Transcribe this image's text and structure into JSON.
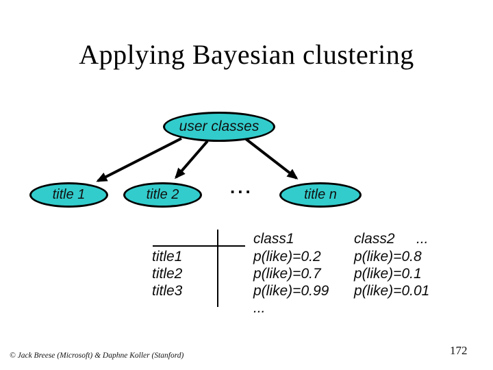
{
  "slide": {
    "title": "Applying Bayesian clustering",
    "footer": "© Jack Breese (Microsoft) & Daphne Koller (Stanford)",
    "page_number": "172"
  },
  "diagram": {
    "root_node": "user classes",
    "child_node_1": "title 1",
    "child_node_2": "title 2",
    "child_node_n": "title n",
    "nodes_ellipsis": "...",
    "node_fill_color": "#33CCCC",
    "node_border_color": "#000000"
  },
  "table": {
    "headers": {
      "class1": "class1",
      "class2": "class2",
      "more_cols": "..."
    },
    "rows": [
      {
        "label": "title1",
        "class1": "p(like)=0.2",
        "class2": "p(like)=0.8"
      },
      {
        "label": "title2",
        "class1": "p(like)=0.7",
        "class2": "p(like)=0.1"
      },
      {
        "label": "title3",
        "class1": "p(like)=0.99",
        "class2": "p(like)=0.01"
      }
    ],
    "more_rows": "..."
  }
}
